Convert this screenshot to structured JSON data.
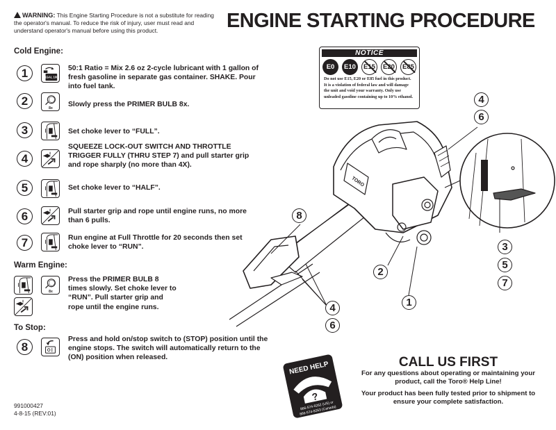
{
  "warning": {
    "label": "WARNING:",
    "text": " This Engine Starting Procedure is not a substitute for reading the operator's manual. To reduce the risk of injury, user must read and understand operator's manual before using this product."
  },
  "title": "ENGINE STARTING PROCEDURE",
  "cold_engine": {
    "heading": "Cold Engine:",
    "steps": [
      {
        "number": "1",
        "icon": "fuel-mix-icon",
        "text": "50:1 Ratio = Mix 2.6 oz 2-cycle lubricant with 1 gallon of fresh gasoline in separate gas container. SHAKE. Pour into fuel tank."
      },
      {
        "number": "2",
        "icon": "primer-bulb-icon",
        "text": "Slowly press the PRIMER BULB 8x."
      },
      {
        "number": "3",
        "icon": "choke-lever-icon",
        "text": "Set choke lever to “FULL”."
      },
      {
        "number": "4",
        "icon": "throttle-pull-icon",
        "text": "SQUEEZE LOCK-OUT SWITCH AND THROTTLE TRIGGER FULLY (THRU STEP 7) and pull starter grip and rope sharply (no more than 4X)."
      },
      {
        "number": "5",
        "icon": "choke-lever-icon",
        "text": "Set choke lever to “HALF”."
      },
      {
        "number": "6",
        "icon": "throttle-pull-icon",
        "text": "Pull starter grip and rope until engine runs, no more than 6 pulls."
      },
      {
        "number": "7",
        "icon": "choke-lever-icon",
        "text": "Run engine at Full Throttle for 20 seconds then set choke lever to “RUN”."
      }
    ]
  },
  "warm_engine": {
    "heading": "Warm Engine:",
    "text": "Press the PRIMER BULB 8 times slowly. Set choke lever to “RUN”. Pull starter grip and rope until the engine runs."
  },
  "to_stop": {
    "heading": "To Stop:",
    "number": "8",
    "text": "Press and hold on/stop switch to (STOP) position until the engine stops. The switch will automatically return to the (ON) position when released."
  },
  "icon_labels": {
    "fuel_mix": "1GAL 100",
    "primer": "8x"
  },
  "footer": {
    "part_number": "991000427",
    "revision": "4-8-15 (REV:01)"
  },
  "notice": {
    "heading": "NOTICE",
    "fuels": [
      {
        "label": "E0",
        "allowed": true
      },
      {
        "label": "E10",
        "allowed": true
      },
      {
        "label": "E15",
        "allowed": false
      },
      {
        "label": "E20",
        "allowed": false
      },
      {
        "label": "E85",
        "allowed": false
      }
    ],
    "text": "Do not use E15, E20 or E85 fuel in this product. It is a violation of federal law and will damage the unit and void your warranty. Only use unleaded gasoline containing up to 10% ethanol."
  },
  "diagram_callouts": [
    "4",
    "6",
    "8",
    "2",
    "1",
    "3",
    "5",
    "7",
    "4",
    "6"
  ],
  "help": {
    "badge_title": "NEED HELP",
    "badge_phone_us": "866-574-9262 (US) or",
    "badge_phone_canada": "866-574-9263 (Canada)",
    "title": "CALL US FIRST",
    "line1": "For any questions about operating or maintaining your product, call the Toro® Help Line!",
    "line2": "Your product has been fully tested prior to shipment to ensure your complete satisfaction."
  }
}
